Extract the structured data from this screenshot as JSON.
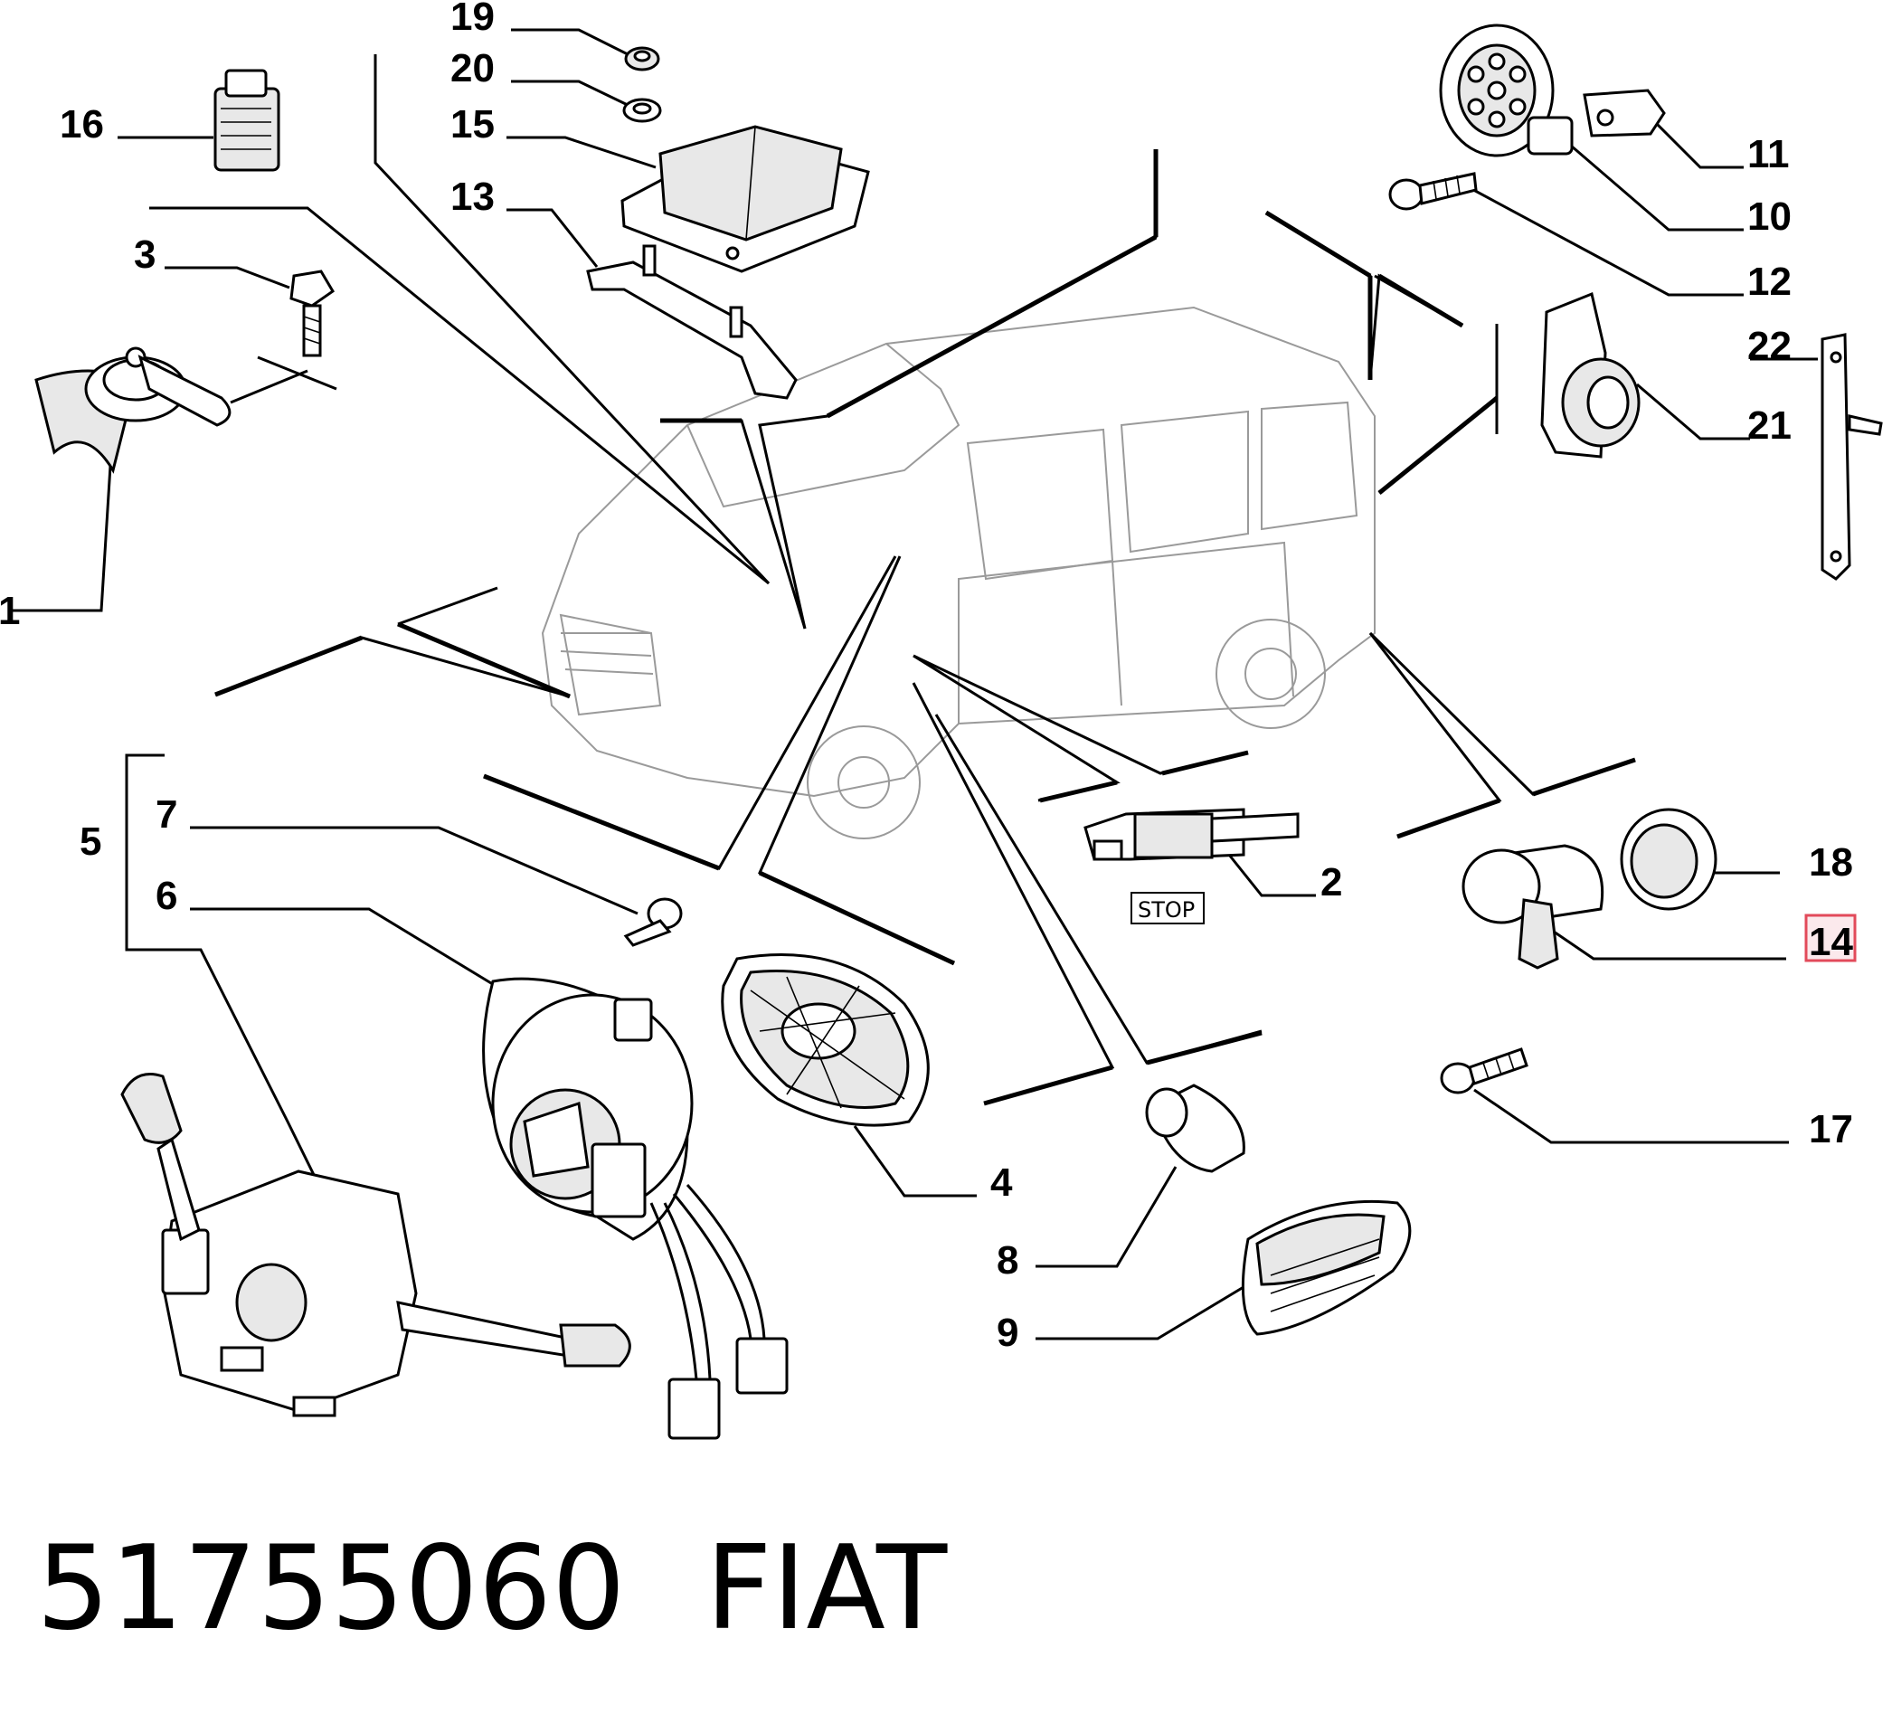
{
  "callouts": [
    "1",
    "2",
    "3",
    "4",
    "5",
    "6",
    "7",
    "8",
    "9",
    "10",
    "11",
    "12",
    "13",
    "14",
    "15",
    "16",
    "17",
    "18",
    "19",
    "20",
    "21",
    "22"
  ],
  "highlighted_callout": "14",
  "highlight_color": "#e24a5a",
  "stop_label": "STOP",
  "part_number": "51755060",
  "brand": "FIAT"
}
